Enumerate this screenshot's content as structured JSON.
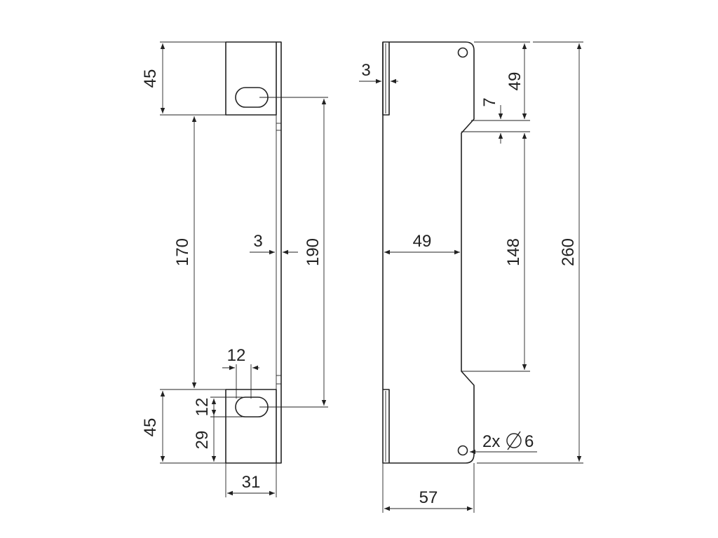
{
  "dimensions": {
    "left_top_height": "45",
    "left_span": "170",
    "left_thickness": "3",
    "left_slot_span": "190",
    "slot_width": "12",
    "slot_height": "12",
    "slot_offset": "29",
    "left_bottom_height": "45",
    "left_width": "31",
    "right_thickness": "3",
    "right_top_to_notch": "49",
    "notch_depth": "7",
    "right_inner_width": "49",
    "right_recess_height": "148",
    "right_total_height": "260",
    "right_total_width": "57",
    "holes_label": "2x",
    "hole_diameter": "6"
  },
  "symbols": {
    "diameter": "diameter-symbol"
  }
}
